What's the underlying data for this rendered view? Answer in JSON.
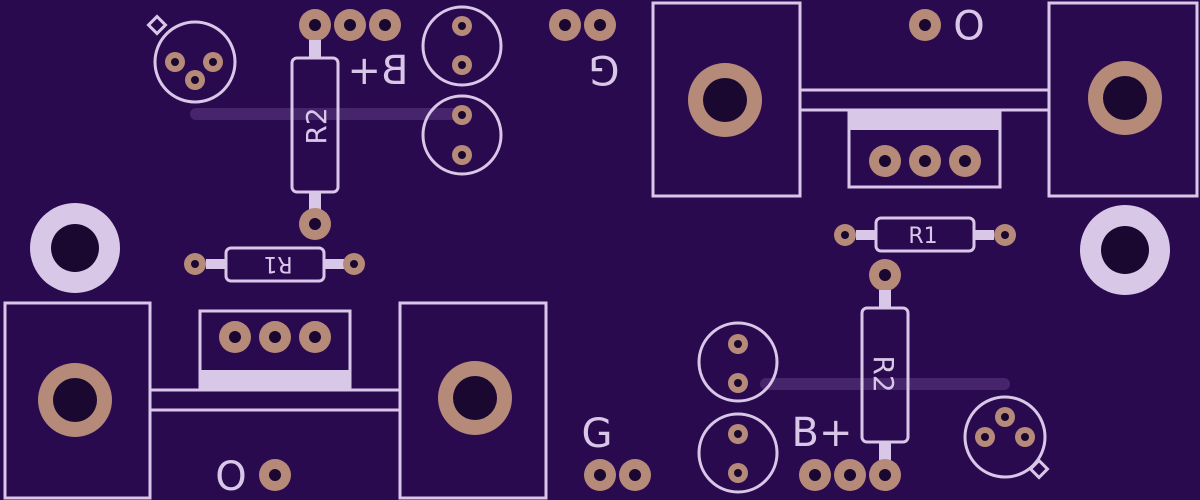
{
  "colors": {
    "board": "#2a0a4f",
    "silkscreen": "#d9c7e8",
    "pad_copper": "#b68a78",
    "drill": "#1a0830"
  },
  "top_circuit": {
    "resistor_r2_label": "R2",
    "resistor_r1_label": "R1",
    "bplus_label": "B+",
    "ground_label": "G",
    "output_label": "O"
  },
  "bottom_circuit": {
    "resistor_r1_label": "R1",
    "resistor_r2_label": "R2",
    "bplus_label": "B+",
    "ground_label": "G",
    "output_label": "O"
  }
}
